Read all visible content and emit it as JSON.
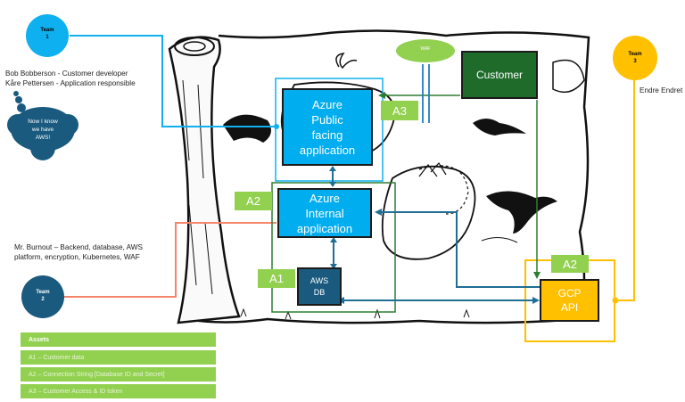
{
  "teams": [
    {
      "id": "team1",
      "label": "Team\n1",
      "color": "#0fb0f0",
      "members": "Bob Bobberson - Customer developer\nKåre Pettersen -  Application responsible"
    },
    {
      "id": "team2",
      "label": "Team\n2",
      "color": "#1a5a7e",
      "members": "Mr. Burnout – Backend, database, AWS\nplatform, encryption, Kubernetes,  WAF"
    },
    {
      "id": "team3",
      "label": "Team\n3",
      "color": "#ffc000",
      "members": "Endre Endret"
    }
  ],
  "thought_bubble": {
    "text": "Now I know\nwe have\nAWS!",
    "color": "#1a5a7e"
  },
  "components": {
    "azure_public": {
      "label": "Azure\nPublic\nfacing\napplication",
      "color": "#00adef"
    },
    "azure_internal": {
      "label": "Azure\nInternal\napplication",
      "color": "#00adef"
    },
    "aws_db": {
      "label": "AWS\nDB",
      "color": "#1a5a7e"
    },
    "customer": {
      "label": "Customer",
      "color": "#1e6b2a"
    },
    "gcp_api": {
      "label": "GCP\nAPI",
      "color": "#ffc000"
    },
    "waf": {
      "label": "WAF",
      "color": "#92d050"
    }
  },
  "asset_tags": {
    "a1": "A1",
    "a2_azure": "A2",
    "a2_gcp": "A2",
    "a3": "A3"
  },
  "assets": {
    "header": "Assets",
    "items": [
      "A1 – Customer data",
      "A2 – Connection String [Database ID and Secret]",
      "A3 – Customer Access & ID token"
    ]
  },
  "colors": {
    "trust_boundary_green": "#2e7d32",
    "flow_blue": "#1f6e94",
    "team2_line": "#f4846a",
    "asset_green": "#92d050"
  }
}
